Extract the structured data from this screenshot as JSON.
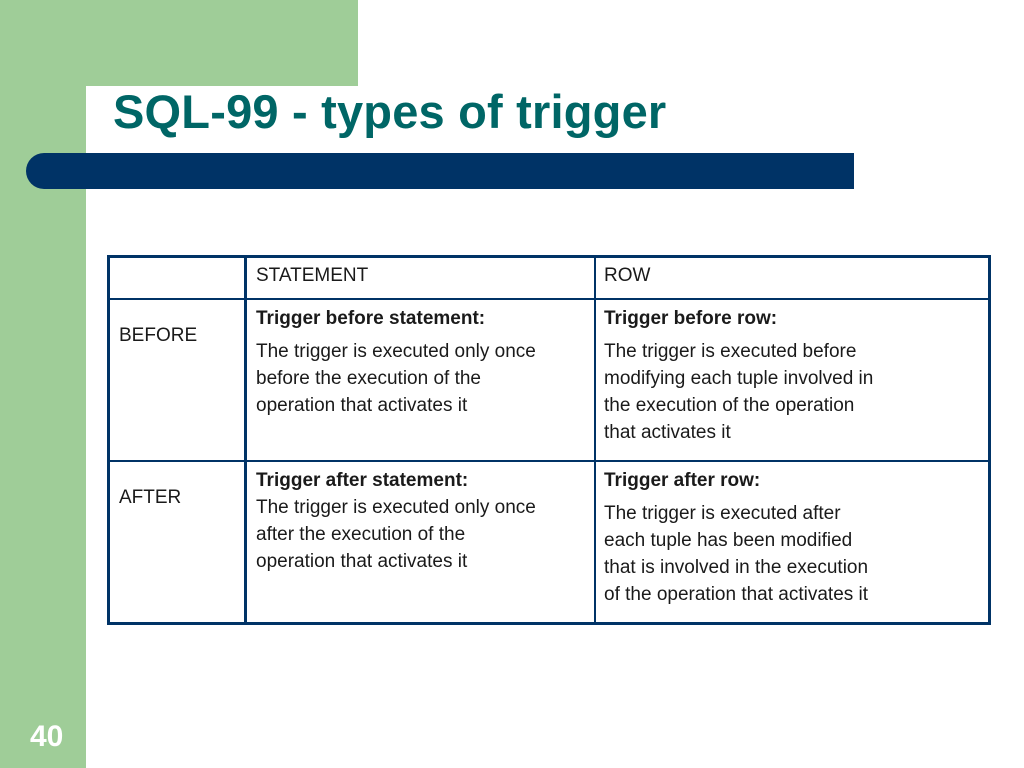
{
  "slide": {
    "title": "SQL-99 - types of trigger",
    "page_number": "40"
  },
  "table": {
    "columns": [
      "STATEMENT",
      "ROW"
    ],
    "rows": [
      {
        "label": "BEFORE",
        "statement": {
          "heading": "Trigger before statement:",
          "text": "The trigger is executed only once\nbefore the execution of the\noperation that activates it"
        },
        "row": {
          "heading": "Trigger before row:",
          "text": "The trigger is executed before\nmodifying each tuple involved in\nthe execution of the operation\nthat activates it"
        }
      },
      {
        "label": "AFTER",
        "statement": {
          "heading": "Trigger after statement:",
          "text": "The trigger is executed only once\nafter the execution of the\noperation that activates it"
        },
        "row": {
          "heading": "Trigger after row:",
          "text": "The trigger is executed after\neach tuple has been modified\nthat is involved in the execution\nof the operation that activates it"
        }
      }
    ]
  }
}
